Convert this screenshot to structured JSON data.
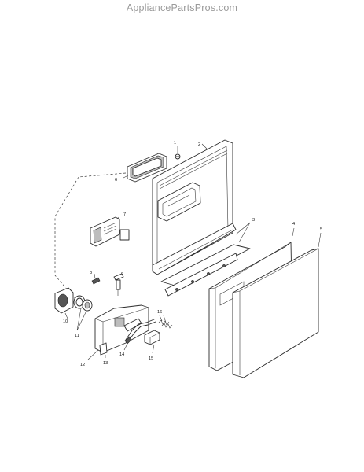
{
  "header": {
    "watermark": "AppliancePartsPros.com"
  },
  "callouts": {
    "c1": "1",
    "c2": "2",
    "c3": "3",
    "c4": "4",
    "c5": "5",
    "c6": "6",
    "c7": "7",
    "c8": "8",
    "c9": "9",
    "c10": "10",
    "c11": "11",
    "c12": "12",
    "c13": "13",
    "c14": "14",
    "c15": "15",
    "c16": "16"
  }
}
